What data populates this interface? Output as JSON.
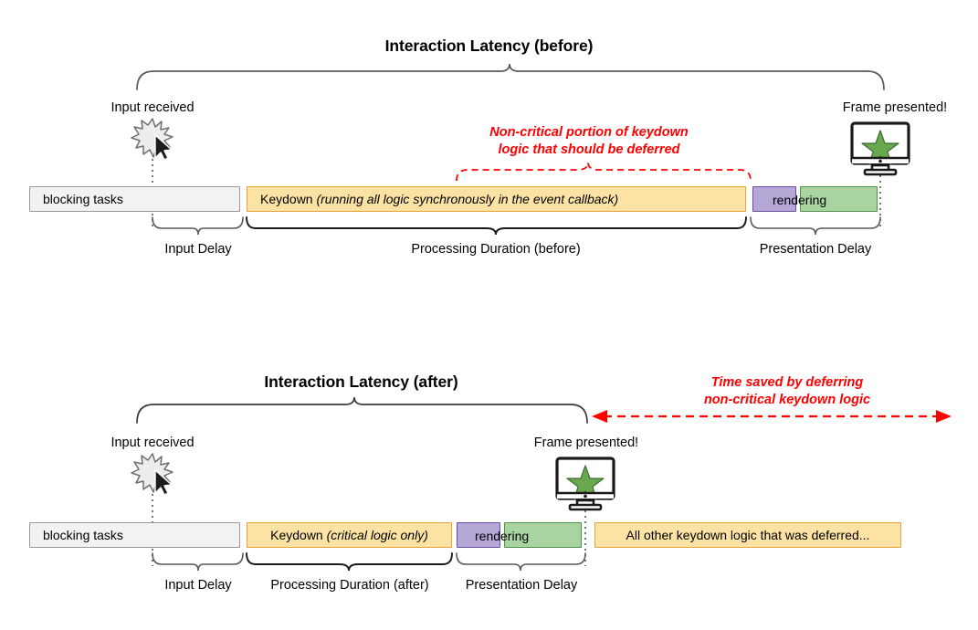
{
  "diagram": {
    "title_before": "Interaction Latency (before)",
    "title_after": "Interaction Latency (after)",
    "colors": {
      "blocking_fill": "#f2f2f2",
      "blocking_border": "#999999",
      "keydown_fill": "#fce3a3",
      "keydown_border": "#e8a33c",
      "purple_fill": "#b5a7d6",
      "purple_border": "#6b4fa2",
      "green_fill": "#a9d3a1",
      "green_border": "#4e9349",
      "annotation_red": "#ff0000",
      "brace_gray": "#5a5a5a",
      "brace_black": "#1a1a1a",
      "star_green": "#6aa84f",
      "guide_dotted": "#555555"
    }
  },
  "before": {
    "title": "Interaction Latency (before)",
    "events": {
      "input": "Input received",
      "frame": "Frame presented!"
    },
    "annotation": {
      "line1": "Non-critical portion of keydown",
      "line2": "logic that should be deferred"
    },
    "bars": [
      {
        "id": "blocking",
        "label": "blocking tasks",
        "italic_part": ""
      },
      {
        "id": "keydown",
        "label": "Keydown ",
        "italic_part": "(running all logic synchronously in the event callback)"
      },
      {
        "id": "purple",
        "label": ""
      },
      {
        "id": "green",
        "label": ""
      }
    ],
    "rendering_label": "rendering",
    "phases": [
      {
        "id": "input-delay",
        "label": "Input Delay"
      },
      {
        "id": "processing-duration",
        "label": "Processing Duration (before)"
      },
      {
        "id": "presentation-delay",
        "label": "Presentation Delay"
      }
    ]
  },
  "after": {
    "title": "Interaction Latency (after)",
    "events": {
      "input": "Input received",
      "frame": "Frame presented!"
    },
    "annotation": {
      "line1": "Time saved by deferring",
      "line2": "non-critical keydown logic"
    },
    "bars": [
      {
        "id": "blocking",
        "label": "blocking tasks",
        "italic_part": ""
      },
      {
        "id": "keydown",
        "label": "Keydown ",
        "italic_part": "(critical logic only)"
      },
      {
        "id": "purple",
        "label": ""
      },
      {
        "id": "green",
        "label": ""
      },
      {
        "id": "deferred",
        "label": "",
        "italic_part": "All other keydown logic that was deferred..."
      }
    ],
    "rendering_label": "rendering",
    "phases": [
      {
        "id": "input-delay",
        "label": "Input Delay"
      },
      {
        "id": "processing-duration",
        "label": "Processing Duration (after)"
      },
      {
        "id": "presentation-delay",
        "label": "Presentation Delay"
      }
    ]
  },
  "icons": {
    "input_burst": "burst-cursor-icon",
    "frame_monitor": "monitor-star-icon"
  }
}
